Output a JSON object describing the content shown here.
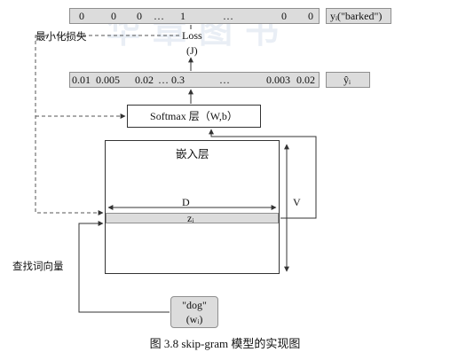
{
  "watermark": "华章图书",
  "target_vector": {
    "values": [
      "0",
      "0",
      "0",
      "…",
      "1",
      "…",
      "0",
      "0"
    ],
    "label": "yᵢ(\"barked\")"
  },
  "loss": {
    "title": "Loss",
    "symbol": "(J)"
  },
  "minimize_label": "最小化损失",
  "prob_vector": {
    "values": [
      "0.01",
      "0.005",
      "0.02",
      "… 0.3",
      "…",
      "0.003",
      "0.02"
    ],
    "label": "ŷᵢ"
  },
  "softmax_label": "Softmax 层（W,b）",
  "embedding": {
    "title": "嵌入层",
    "dim_d": "D",
    "dim_v": "V",
    "row_label": "zᵢ"
  },
  "lookup_label": "查找词向量",
  "input_word": {
    "word": "\"dog\"",
    "symbol": "(wᵢ)"
  },
  "caption": "图 3.8   skip-gram 模型的实现图"
}
